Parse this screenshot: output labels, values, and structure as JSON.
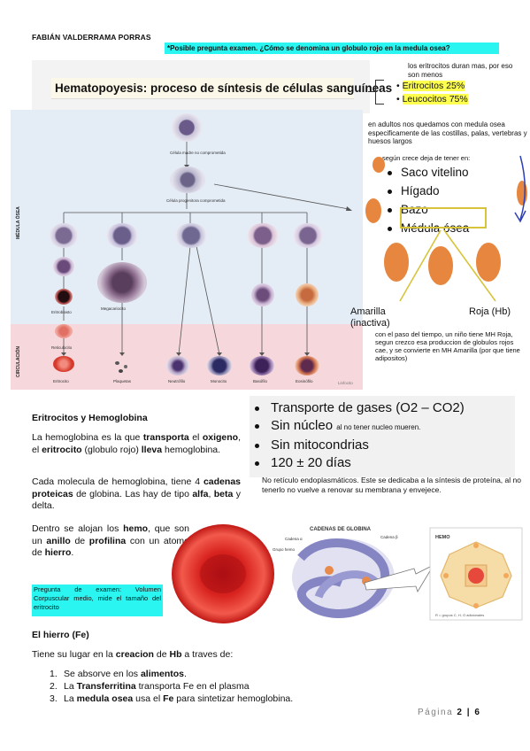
{
  "header": {
    "author": "FABIÁN VALDERRAMA PORRAS",
    "exam_question": "*Posible pregunta examen. ¿Cómo se denomina un globulo rojo en la medula osea?"
  },
  "hematopoyesis": {
    "title": "Hematopoyesis: proceso de síntesis de células sanguíneas",
    "note": "los eritrocitos duran mas, por eso son menos",
    "bullets": [
      "Eritrocitos 25%",
      "Leucocitos 75%"
    ]
  },
  "diagram": {
    "side_label_top": "MÉDULA ÓSEA",
    "side_label_bottom": "CIRCULACIÓN",
    "labels": {
      "stem": "Célula madre no comprometida",
      "progenitor": "Célula progenitora comprometida",
      "eritroblasto": "Eritroblasto",
      "reticulocito": "Reticulocito",
      "eritrocito": "Eritrocito",
      "megacariocito": "Megacariocito",
      "plaquetas": "Plaquetas",
      "neutrofilo": "Neutrófilo",
      "monocito": "Monocito",
      "basofilo": "Basófilo",
      "eosinofilo": "Eosinófilo",
      "linfocito": "Linfocito"
    }
  },
  "right_panel": {
    "note": "en adultos nos quedamos con medula osea especificamente de las costillas, palas, vertebras y huesos largos",
    "subnote": "según crece deja de tener en:",
    "items": [
      "Saco vitelino",
      "Hígado",
      "Bazo",
      "Médula ósea"
    ],
    "amarilla": "Amarilla",
    "inactiva": "(inactiva)",
    "roja": "Roja (Hb)",
    "note2": "con el paso del tiempo, un niño tiene MH Roja, segun crezco esa produccion de globulos rojos cae, y se convierte en MH Amarilla (por que tiene adipositos)"
  },
  "eritrocitos": {
    "title": "Eritrocitos y Hemoglobina",
    "p1": {
      "t1": "La hemoglobina es la que ",
      "b1": "transporta",
      "t2": " el ",
      "b2": "oxigeno",
      "t3": ", el ",
      "b3": "eritrocito",
      "t4": " (globulo rojo) ",
      "b4": "lleva",
      "t5": " hemoglobina."
    },
    "p2": {
      "t1": "Cada molecula de hemoglobina, tiene 4 ",
      "b1": "cadenas proteicas",
      "t2": " de globina. Las hay de tipo ",
      "b2": "alfa",
      "t3": ", ",
      "b3": "beta",
      "t4": " y delta."
    },
    "p3": {
      "t1": "Dentro se alojan los ",
      "b1": "hemo",
      "t2": ", que son un ",
      "b2": "anillo",
      "t3": " de ",
      "b3": "profilina",
      "t4": " con un atomo de ",
      "b4": "hierro",
      "t5": "."
    },
    "exam_note": "Pregunta de examen: Volumen Corpuscular medio, mide el tamaño del eritrocito"
  },
  "transport_box": {
    "b1": "Transporte de gases (O2 – CO2)",
    "b2": "Sin núcleo",
    "b2_small": "al no tener nucleo mueren.",
    "b3": "Sin mitocondrias",
    "b4": "120 ± 20 días",
    "note": "No retículo endoplasmáticos. Este se dedicaba a la síntesis de proteína, al no tenerlo no vuelve a renovar su membrana y envejece."
  },
  "hemo_figure": {
    "title": "CADENAS DE GLOBINA",
    "cadena_a": "Cadena α",
    "cadena_b": "Cadena β",
    "grupo_hemo": "Grupo hemo",
    "hemo": "HEMO",
    "legend": "R = grupos C, H, O adicionales"
  },
  "hierro": {
    "title": "El hierro (Fe)",
    "intro_t1": "Tiene su lugar en la ",
    "intro_b1": "creacion",
    "intro_t2": " de ",
    "intro_b2": "Hb",
    "intro_t3": " a traves de:",
    "items": [
      {
        "num": "1.",
        "t1": "Se absorve en los ",
        "b1": "alimentos",
        "t2": "."
      },
      {
        "num": "2.",
        "t1": "La ",
        "b1": "Transferritina",
        "t2": " transporta Fe en el plasma"
      },
      {
        "num": "3.",
        "t1": "La ",
        "b1": "medula osea",
        "t2": " usa el ",
        "b2": "Fe",
        "t3": " para sintetizar hemoglobina."
      }
    ]
  },
  "footer": {
    "page_word": "Página",
    "page_number": "2",
    "sep": "|",
    "total": "6"
  }
}
